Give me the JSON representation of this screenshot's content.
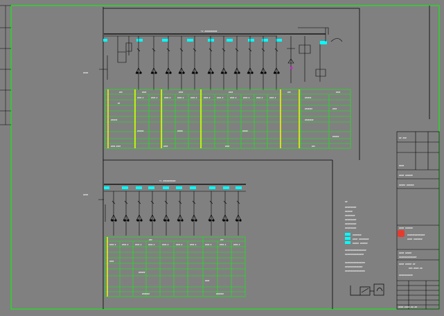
{
  "window": {
    "title": "",
    "background": "#808080"
  },
  "colors": {
    "frame": "#00ff00",
    "lines": "#000000",
    "busbar": "#000000",
    "cyan_block": "#00ffff",
    "green_table": "#00ff00",
    "yellow_column": "#ffff00",
    "stamp_red": "#e53b2e"
  },
  "drawing": {
    "top_bus_label": "T2  ##########",
    "bottom_bus_label": "T1  ##########",
    "left_incoming_top": "####",
    "left_incoming_bottom": "####",
    "legend_heading": "##",
    "legend_items": [
      "#########",
      "######",
      "########",
      "#########",
      "#########",
      "#########"
    ],
    "cyan_legend": [
      "#######",
      "#### ########",
      "##### ######"
    ],
    "notes": [
      "#################",
      "###############",
      "################",
      "##############"
    ]
  },
  "title_block": {
    "company_mark": "red-stamp",
    "rows": [
      "####  ######",
      "##### ######",
      "##############",
      "######### ###",
      "#######-##"
    ],
    "drawing_no": "####-####-##-##"
  }
}
